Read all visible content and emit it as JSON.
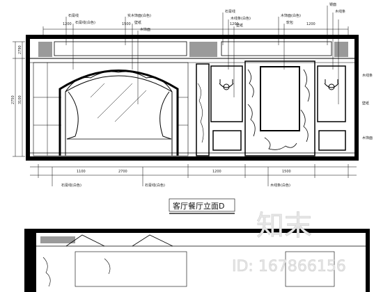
{
  "drawing": {
    "title": "客厅餐厅立面D",
    "top_dimension_markers": [
      "1200",
      "1500",
      "1200",
      "1200"
    ],
    "left_dimension_markers": [
      "2750",
      "3100",
      "2790"
    ],
    "bottom_dimensions": [
      "1100",
      "2700",
      "1200",
      "1500"
    ]
  },
  "callouts_top_left": [
    "石膏线",
    "石膏线(白色)",
    "实木饰面(白色)",
    "壁纸",
    "木饰面"
  ],
  "callouts_top_right": [
    "石膏线",
    "木线条(白色)",
    "壁纸",
    "木饰面(白色)",
    "软包",
    "镜面",
    "木线条"
  ],
  "callouts_right": [
    "木线条",
    "壁纸",
    "木饰面"
  ],
  "callouts_bottom": [
    "石膏线(白色)",
    "石膏线(白色)",
    "木线条(白色)"
  ],
  "watermark": {
    "brand": "知末",
    "id_text": "ID: 167866156"
  },
  "colors": {
    "line": "#111111",
    "wall_fill": "#ffffff",
    "hatch_fill": "#9a9a9a",
    "watermark": "#e2e2e2"
  }
}
